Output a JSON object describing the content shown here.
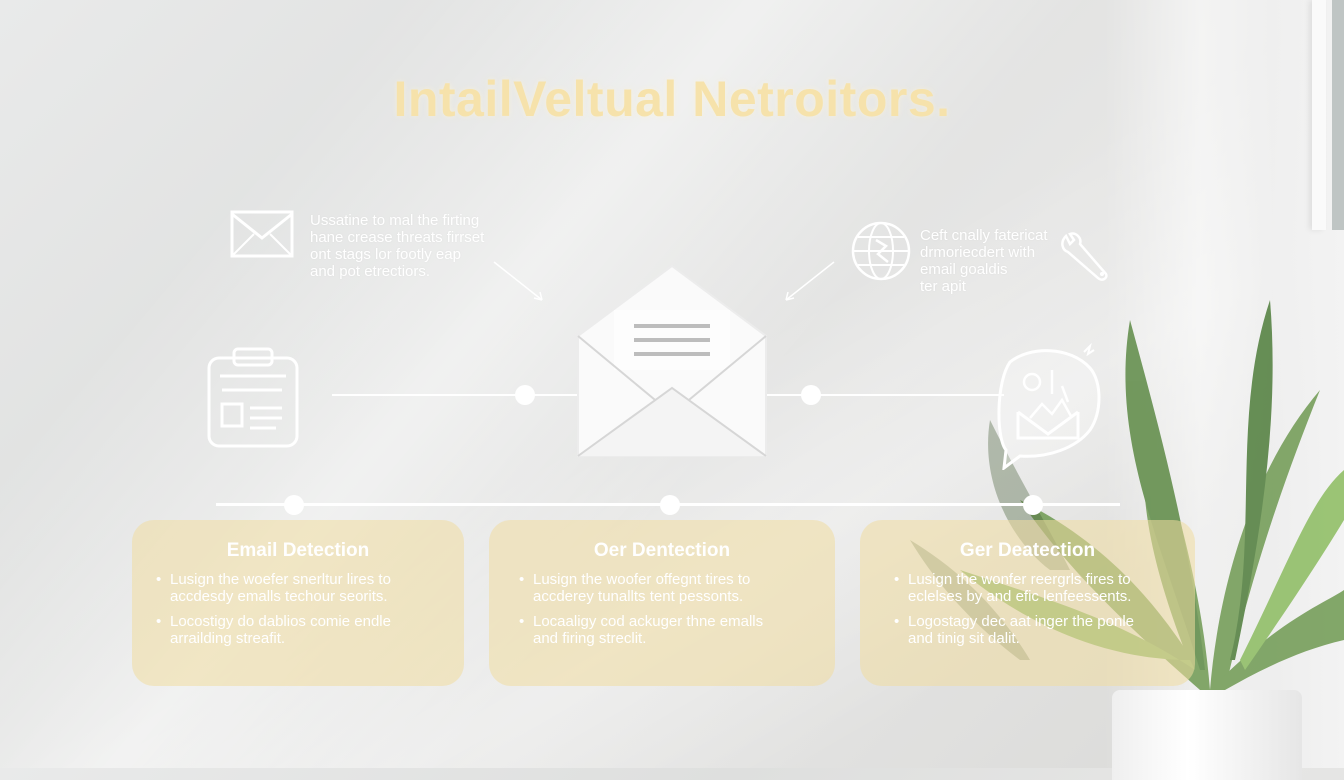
{
  "title": "IntailVeltual Netroitors.",
  "notes": {
    "left": [
      "Ussatine to mal the firting",
      "hane crease threats firrset",
      "ont stags lor footly eap",
      "and pot etrectiors."
    ],
    "right": [
      "Ceft cnally fatericat",
      "drmoriecdert with",
      "email goaldis",
      "ter apit"
    ]
  },
  "cards": [
    {
      "title": "Email Detection",
      "bullets": [
        [
          "Lusign the woefer snerltur lires to",
          "accdesdy emalls techour seorits."
        ],
        [
          "Locostigy do dablios comie endle",
          "arrailding streafit."
        ]
      ]
    },
    {
      "title": "Oer Dentection",
      "bullets": [
        [
          "Lusign the woofer offegnt tires to",
          "accderey tunallts tent pessonts."
        ],
        [
          "Locaaligy cod ackuger thne emalls",
          "and firing streclit."
        ]
      ]
    },
    {
      "title": "Ger Deatection",
      "bullets": [
        [
          "Lusign the wonfer reergrls fires to",
          "eclelses by and efic lenfeessents."
        ],
        [
          "Logostagy dec aat inger the ponle",
          "and tinig sit dalit."
        ]
      ]
    }
  ],
  "bullet_char": "•",
  "colors": {
    "title": "#f6e2ab",
    "card": "#f0dca0",
    "line": "#ffffff",
    "icon": "#ffffff"
  },
  "icons": [
    "mail-icon",
    "clipboard-icon",
    "envelope-icon",
    "globe-icon",
    "wrench-icon",
    "shield-alert-icon",
    "plant-image"
  ]
}
